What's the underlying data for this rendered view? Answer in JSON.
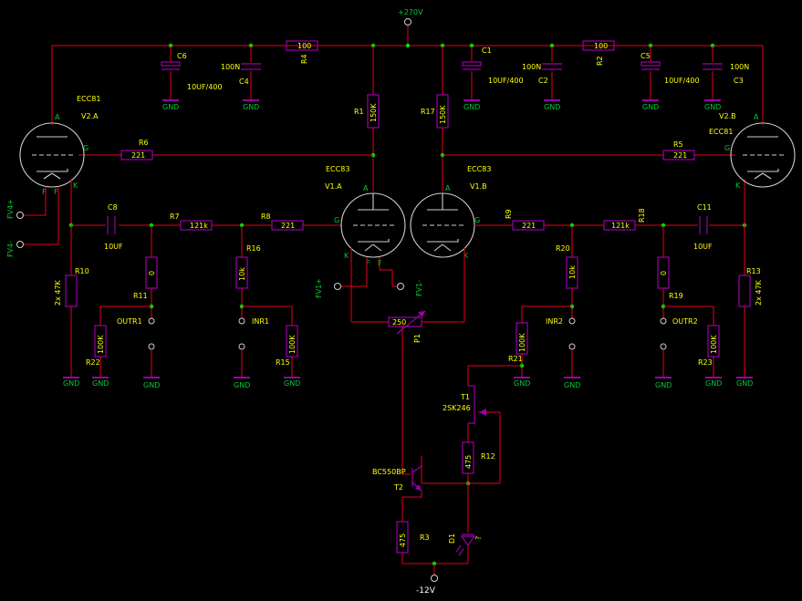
{
  "supply": {
    "pos": "+270V",
    "neg": "-12V"
  },
  "tubes": {
    "v2a": {
      "type": "ECC81",
      "ref": "V2.A"
    },
    "v2b": {
      "type": "ECC81",
      "ref": "V2.B"
    },
    "v1a": {
      "type": "ECC83",
      "ref": "V1.A"
    },
    "v1b": {
      "type": "ECC83",
      "ref": "V1.B"
    }
  },
  "pins": {
    "a": "A",
    "g": "G",
    "k": "K",
    "f": "F"
  },
  "resistors": {
    "r1": {
      "ref": "R1",
      "value": "150K"
    },
    "r2": {
      "ref": "R2",
      "value": "100"
    },
    "r3": {
      "ref": "R3",
      "value": "475"
    },
    "r4": {
      "ref": "R4",
      "value": "100"
    },
    "r5": {
      "ref": "R5",
      "value": "221"
    },
    "r6": {
      "ref": "R6",
      "value": "221"
    },
    "r7": {
      "ref": "R7",
      "value": "121k"
    },
    "r8": {
      "ref": "R8",
      "value": "221"
    },
    "r9": {
      "ref": "R9",
      "value": "221"
    },
    "r10": {
      "ref": "R10",
      "value": "2x 47K"
    },
    "r11": {
      "ref": "R11",
      "value": "0"
    },
    "r12": {
      "ref": "R12",
      "value": "475"
    },
    "r13": {
      "ref": "R13",
      "value": "2x 47K"
    },
    "r15": {
      "ref": "R15",
      "value": "100K"
    },
    "r16": {
      "ref": "R16",
      "value": "10k"
    },
    "r17": {
      "ref": "R17",
      "value": "150K"
    },
    "r18": {
      "ref": "R18",
      "value": "121k"
    },
    "r19": {
      "ref": "R19",
      "value": "0"
    },
    "r20": {
      "ref": "R20",
      "value": "10k"
    },
    "r21": {
      "ref": "R21",
      "value": "100K"
    },
    "r22": {
      "ref": "R22",
      "value": "100K"
    },
    "r23": {
      "ref": "R23",
      "value": "100K"
    }
  },
  "caps": {
    "c1": {
      "ref": "C1",
      "value": "10UF/400"
    },
    "c2": {
      "ref": "C2",
      "value": "100N"
    },
    "c3": {
      "ref": "C3",
      "value": "100N"
    },
    "c4": {
      "ref": "C4",
      "value": "100N"
    },
    "c5": {
      "ref": "C5",
      "value": "10UF/400"
    },
    "c6": {
      "ref": "C6",
      "value": "10UF/400"
    },
    "c8": {
      "ref": "C8",
      "value": "10UF"
    },
    "c11": {
      "ref": "C11",
      "value": "10UF"
    }
  },
  "pot": {
    "ref": "P1",
    "value": "250"
  },
  "transistors": {
    "t1": {
      "ref": "T1",
      "type": "2SK246"
    },
    "t2": {
      "ref": "T2",
      "type": "BC550BP"
    }
  },
  "diode": {
    "ref": "D1",
    "value": "?"
  },
  "ports": {
    "outr1": "OUTR1",
    "inr1": "INR1",
    "inr2": "INR2",
    "outr2": "OUTR2",
    "fv1p": "FV1+",
    "fv1m": "FV1-",
    "fv4p": "FV4+",
    "fv4m": "FV4-"
  },
  "gnd": "GND"
}
